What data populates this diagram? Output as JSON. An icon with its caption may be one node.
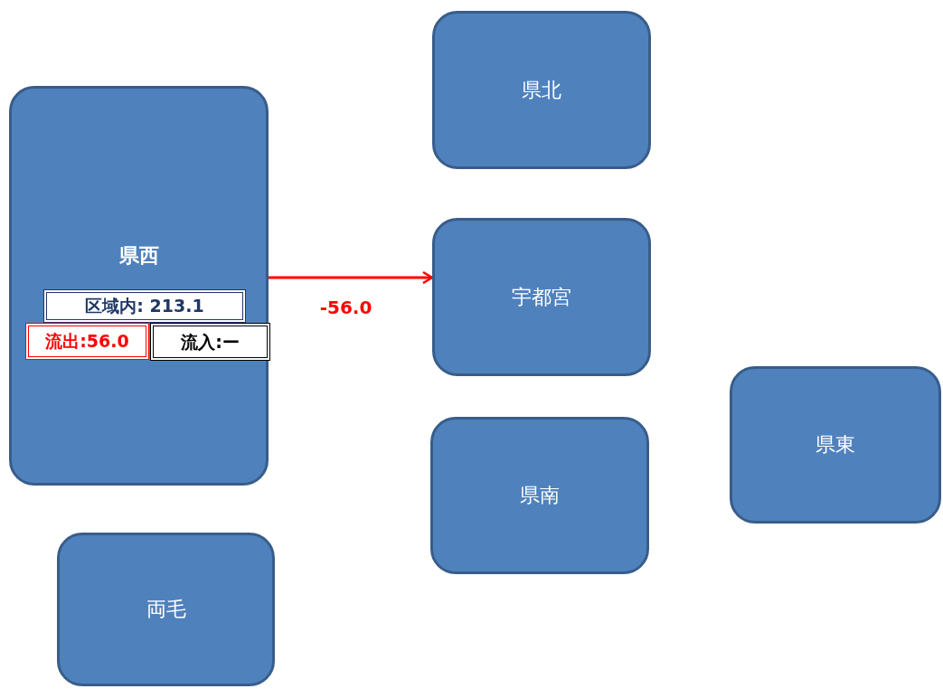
{
  "diagram": {
    "nodes": [
      {
        "text": [
          "県西"
        ]
      },
      {
        "text": [
          "区域内: 213.1"
        ],
        "in": 0
      },
      {
        "text": [
          "流出:56.0"
        ],
        "in": 0
      },
      {
        "text": [
          "流入:ー"
        ],
        "in": 0
      },
      {
        "text": [
          "県北"
        ]
      },
      {
        "text": [
          "宇都宮"
        ]
      },
      {
        "text": [
          "県南"
        ]
      },
      {
        "text": [
          "県東"
        ]
      },
      {
        "text": [
          "両毛"
        ]
      }
    ],
    "edges": [
      {
        "from": 0,
        "to": 5,
        "arrow": "to",
        "label": "-56.0",
        "color": "#ff0000"
      }
    ]
  }
}
